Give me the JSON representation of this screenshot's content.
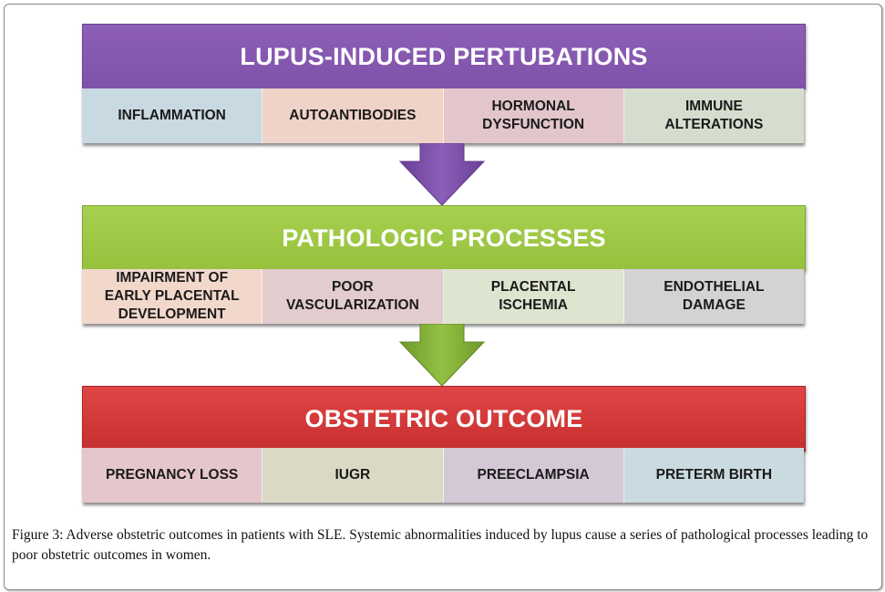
{
  "diagram": {
    "stages": [
      {
        "title": "LUPUS-INDUCED PERTUBATIONS",
        "color": "#8659b2",
        "items": [
          {
            "label": "INFLAMMATION",
            "color": "#c9d9e2"
          },
          {
            "label": "AUTOANTIBODIES",
            "color": "#f0d3c8"
          },
          {
            "label": "HORMONAL\nDYSFUNCTION",
            "color": "#e2c6cc"
          },
          {
            "label": "IMMUNE\nALTERATIONS",
            "color": "#d6ddcf"
          }
        ]
      },
      {
        "title": "PATHOLOGIC PROCESSES",
        "color": "#9ec848",
        "items": [
          {
            "label": "IMPAIRMENT OF\nEARLY PLACENTAL\nDEVELOPMENT",
            "color": "#f2d8cb"
          },
          {
            "label": "POOR\nVASCULARIZATION",
            "color": "#e3cccd"
          },
          {
            "label": "PLACENTAL\nISCHEMIA",
            "color": "#dde4cf"
          },
          {
            "label": "ENDOTHELIAL\nDAMAGE",
            "color": "#d3d3d6"
          }
        ]
      },
      {
        "title": "OBSTETRIC OUTCOME",
        "color": "#d53a3a",
        "items": [
          {
            "label": "PREGNANCY LOSS",
            "color": "#e4c6cc"
          },
          {
            "label": "IUGR",
            "color": "#d9d9c5"
          },
          {
            "label": "PREECLAMPSIA",
            "color": "#d4c7d6"
          },
          {
            "label": "PRETERM BIRTH",
            "color": "#c9dae0"
          }
        ]
      }
    ],
    "arrows": [
      {
        "from": "LUPUS-INDUCED PERTUBATIONS",
        "to": "PATHOLOGIC PROCESSES",
        "color": "#7a4fa8"
      },
      {
        "from": "PATHOLOGIC PROCESSES",
        "to": "OBSTETRIC OUTCOME",
        "color": "#86b23a"
      }
    ]
  },
  "caption": {
    "label": "Figure 3: Adverse obstetric outcomes in patients with SLE.",
    "text": " Systemic abnormalities induced by lupus cause a series of pathological processes leading to poor obstetric outcomes in women."
  }
}
